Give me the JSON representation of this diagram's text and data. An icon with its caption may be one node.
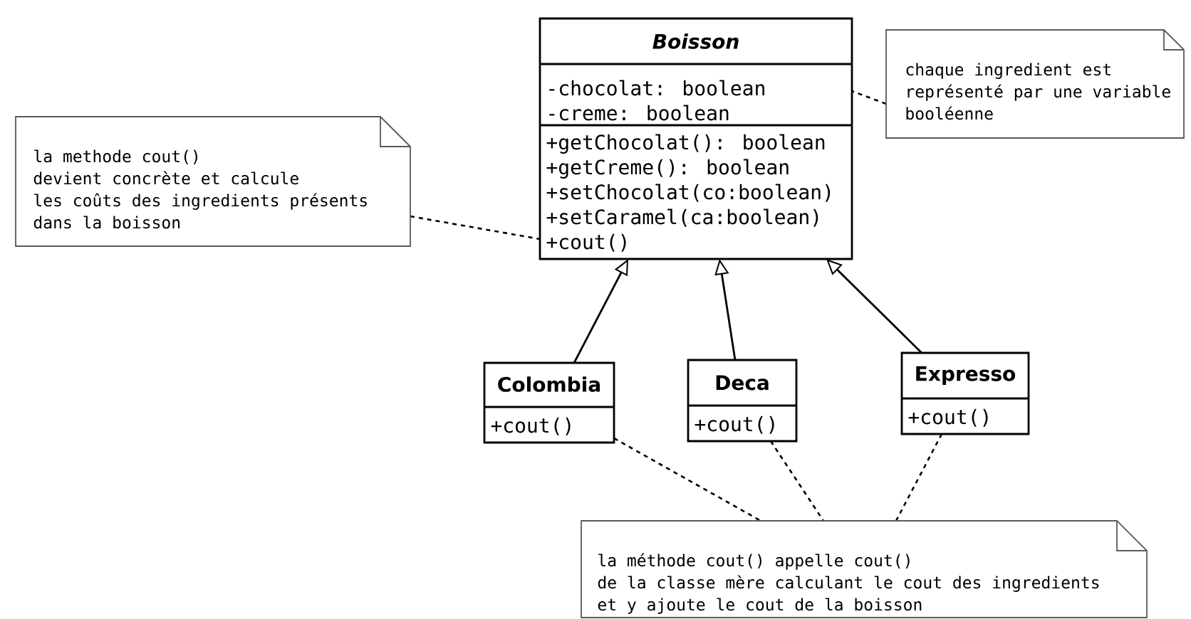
{
  "diagram": {
    "nodes": [
      {
        "text": [
          "Boisson",
          "-chocolat: boolean",
          "-creme: boolean",
          "+getChocolat(): boolean",
          "+getCreme(): boolean",
          "+setChocolat(co:boolean)",
          "+setCaramel(ca:boolean)",
          "+cout()"
        ]
      },
      {
        "text": [
          "chaque ingredient est",
          "représenté par une variable",
          "booléenne"
        ]
      },
      {
        "text": [
          "la methode cout()",
          "devient concrète et calcule",
          "les coûts des ingredients présents",
          "dans la boisson"
        ]
      },
      {
        "text": [
          "Colombia",
          "+cout()"
        ]
      },
      {
        "text": [
          "Deca",
          "+cout()"
        ]
      },
      {
        "text": [
          "Expresso",
          "+cout()"
        ]
      },
      {
        "text": [
          "la méthode cout() appelle cout()",
          "de la classe mère calculant le cout des ingredients",
          "et y ajoute le cout de la boisson"
        ]
      }
    ],
    "edges": [
      {
        "from": 3,
        "to": 0,
        "arrow": "to"
      },
      {
        "from": 4,
        "to": 0,
        "arrow": "to"
      },
      {
        "from": 5,
        "to": 0,
        "arrow": "to"
      },
      {
        "from": 1,
        "to": 0,
        "arrow": "none",
        "style": "dashed"
      },
      {
        "from": 2,
        "to": 0,
        "arrow": "none",
        "style": "dashed"
      },
      {
        "from": 3,
        "to": 6,
        "arrow": "none",
        "style": "dashed"
      },
      {
        "from": 4,
        "to": 6,
        "arrow": "none",
        "style": "dashed"
      },
      {
        "from": 5,
        "to": 6,
        "arrow": "none",
        "style": "dashed"
      }
    ]
  }
}
